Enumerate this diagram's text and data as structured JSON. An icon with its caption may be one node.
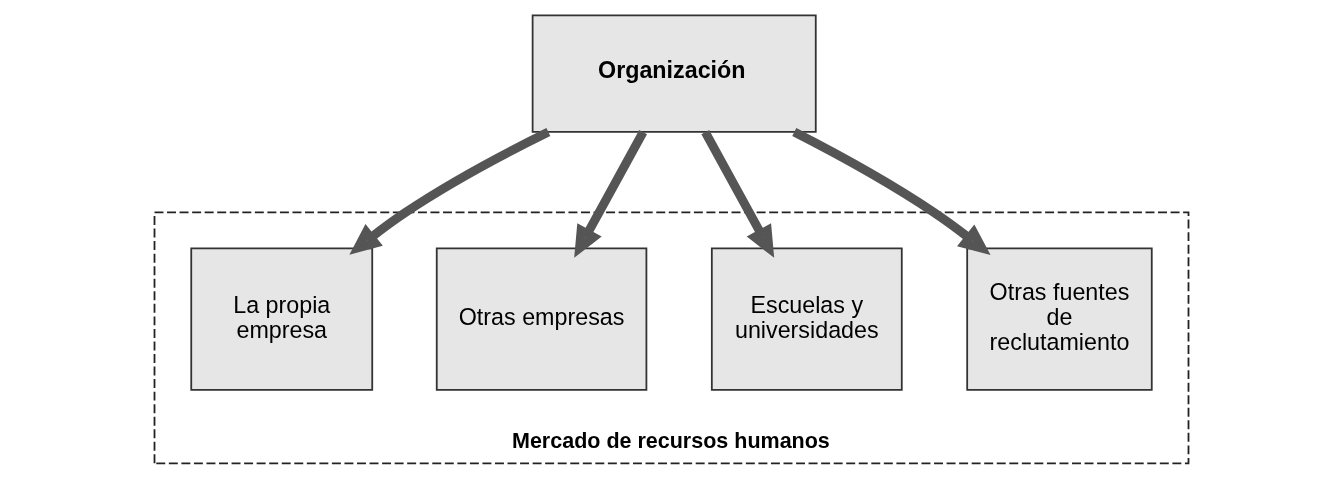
{
  "diagram": {
    "nodes": [
      {
        "text": [
          "Organización"
        ]
      },
      {
        "text": [
          "Mercado de recursos humanos"
        ]
      },
      {
        "text": [
          "La propia empresa"
        ],
        "in": 1
      },
      {
        "text": [
          "Otras empresas"
        ],
        "in": 1
      },
      {
        "text": [
          "Escuelas y universidades"
        ],
        "in": 1
      },
      {
        "text": [
          "Otras fuentes de reclutamiento"
        ],
        "in": 1
      }
    ],
    "edges": [
      {
        "from": 0,
        "to": 2,
        "arrow": "to"
      },
      {
        "from": 0,
        "to": 3,
        "arrow": "to"
      },
      {
        "from": 0,
        "to": 4,
        "arrow": "to"
      },
      {
        "from": 0,
        "to": 5,
        "arrow": "to"
      }
    ]
  }
}
